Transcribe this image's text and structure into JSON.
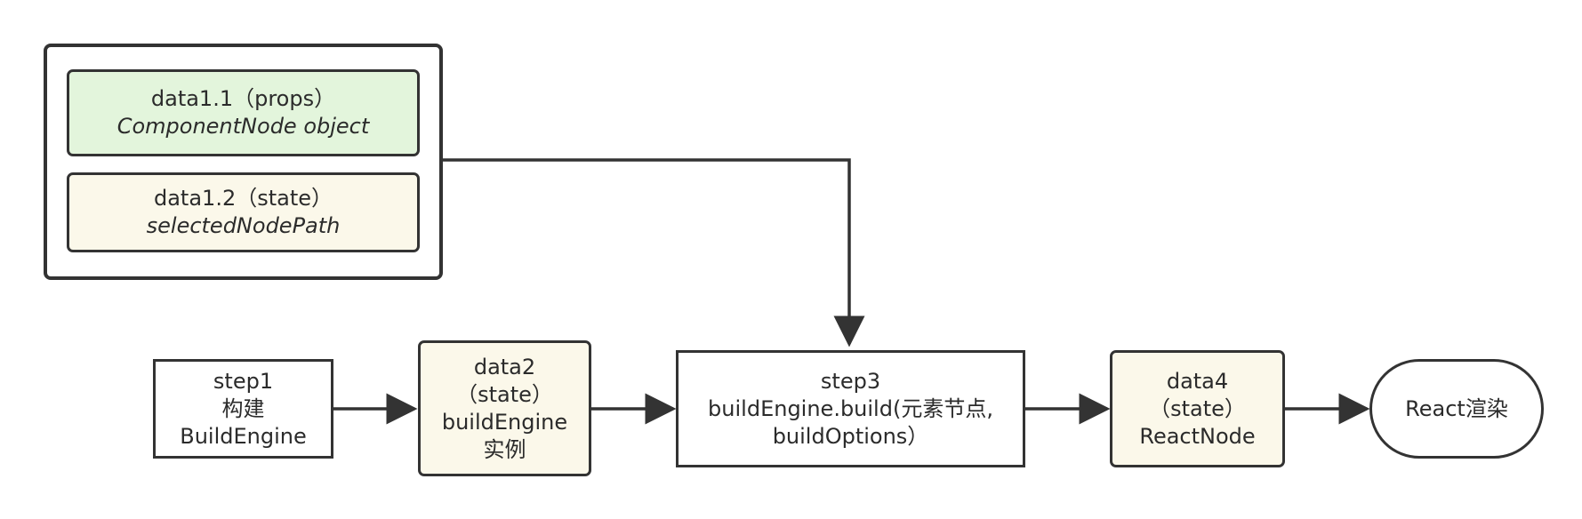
{
  "colors": {
    "line": "#333333",
    "props_fill": "#e3f5dc",
    "state_fill": "#fbf8ea",
    "white": "#ffffff"
  },
  "group": {
    "props": {
      "line1": "data1.1（props）",
      "line2": "ComponentNode object"
    },
    "state": {
      "line1": "data1.2（state）",
      "line2": "selectedNodePath"
    }
  },
  "nodes": {
    "step1": {
      "line1": "step1",
      "line2": "构建",
      "line3": "BuildEngine"
    },
    "data2": {
      "line1": "data2",
      "line2": "（state）",
      "line3": "buildEngine",
      "line4": "实例"
    },
    "step3": {
      "line1": "step3",
      "line2": "buildEngine.build(元素节点,",
      "line3": "buildOptions）"
    },
    "data4": {
      "line1": "data4",
      "line2": "（state）",
      "line3": "ReactNode"
    },
    "render": {
      "label": "React渲染"
    }
  }
}
